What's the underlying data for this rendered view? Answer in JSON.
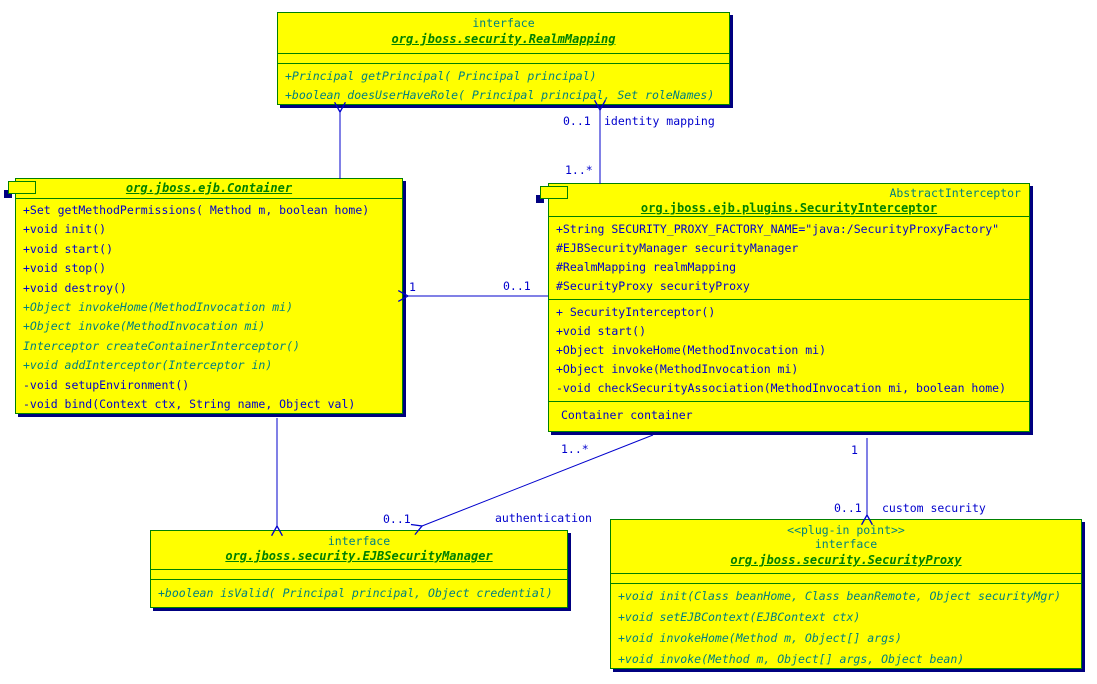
{
  "colors": {
    "box_fill": "#ffff00",
    "box_border": "#008000",
    "box_shadow": "#000080",
    "class_name_green": "#008000",
    "member_blue": "#0000cd",
    "member_teal": "#008080",
    "connector_blue": "#0000cd"
  },
  "classes": {
    "realm_mapping": {
      "kind": "interface",
      "name": "org.jboss.security.RealmMapping",
      "methods": [
        "+Principal getPrincipal( Principal principal)",
        "+boolean doesUserHaveRole( Principal principal, Set roleNames)"
      ]
    },
    "container": {
      "name": "org.jboss.ejb.Container",
      "members": [
        "+Set getMethodPermissions( Method m, boolean home)",
        "+void init()",
        "+void start()",
        "+void stop()",
        "+void destroy()",
        "+Object invokeHome(MethodInvocation mi)",
        "+Object invoke(MethodInvocation mi)",
        "Interceptor createContainerInterceptor()",
        "+void addInterceptor(Interceptor in)",
        "-void setupEnvironment()",
        "-void bind(Context ctx, String name, Object val)"
      ]
    },
    "security_interceptor": {
      "corner_label": "AbstractInterceptor",
      "name": "org.jboss.ejb.plugins.SecurityInterceptor",
      "attributes": [
        "+String SECURITY_PROXY_FACTORY_NAME=\"java:/SecurityProxyFactory\"",
        "#EJBSecurityManager securityManager",
        "#RealmMapping realmMapping",
        "#SecurityProxy securityProxy"
      ],
      "methods": [
        "+ SecurityInterceptor()",
        "+void start()",
        "+Object invokeHome(MethodInvocation mi)",
        "+Object invoke(MethodInvocation mi)",
        "-void checkSecurityAssociation(MethodInvocation mi, boolean home)"
      ],
      "references": [
        "Container container"
      ]
    },
    "ejb_security_manager": {
      "kind": "interface",
      "name": "org.jboss.security.EJBSecurityManager",
      "methods": [
        "+boolean isValid( Principal principal, Object credential)"
      ]
    },
    "security_proxy": {
      "stereotype": "<<plug-in point>>",
      "kind": "interface",
      "name": "org.jboss.security.SecurityProxy",
      "methods": [
        "+void init(Class beanHome, Class beanRemote, Object securityMgr)",
        "+void setEJBContext(EJBContext ctx)",
        "+void invokeHome(Method m, Object[] args)",
        "+void invoke(Method m, Object[] args, Object bean)"
      ]
    }
  },
  "edges": {
    "interceptor_realm": {
      "upper_mult": "0..1",
      "name": "identity mapping",
      "lower_mult": "1..*"
    },
    "interceptor_container": {
      "container_mult": "1",
      "interceptor_mult": "0..1"
    },
    "interceptor_ejbsm": {
      "upper_mult": "1..*",
      "lower_mult": "0..1",
      "name": "authentication"
    },
    "interceptor_proxy": {
      "upper_mult": "1",
      "lower_mult": "0..1",
      "name": "custom security"
    }
  }
}
